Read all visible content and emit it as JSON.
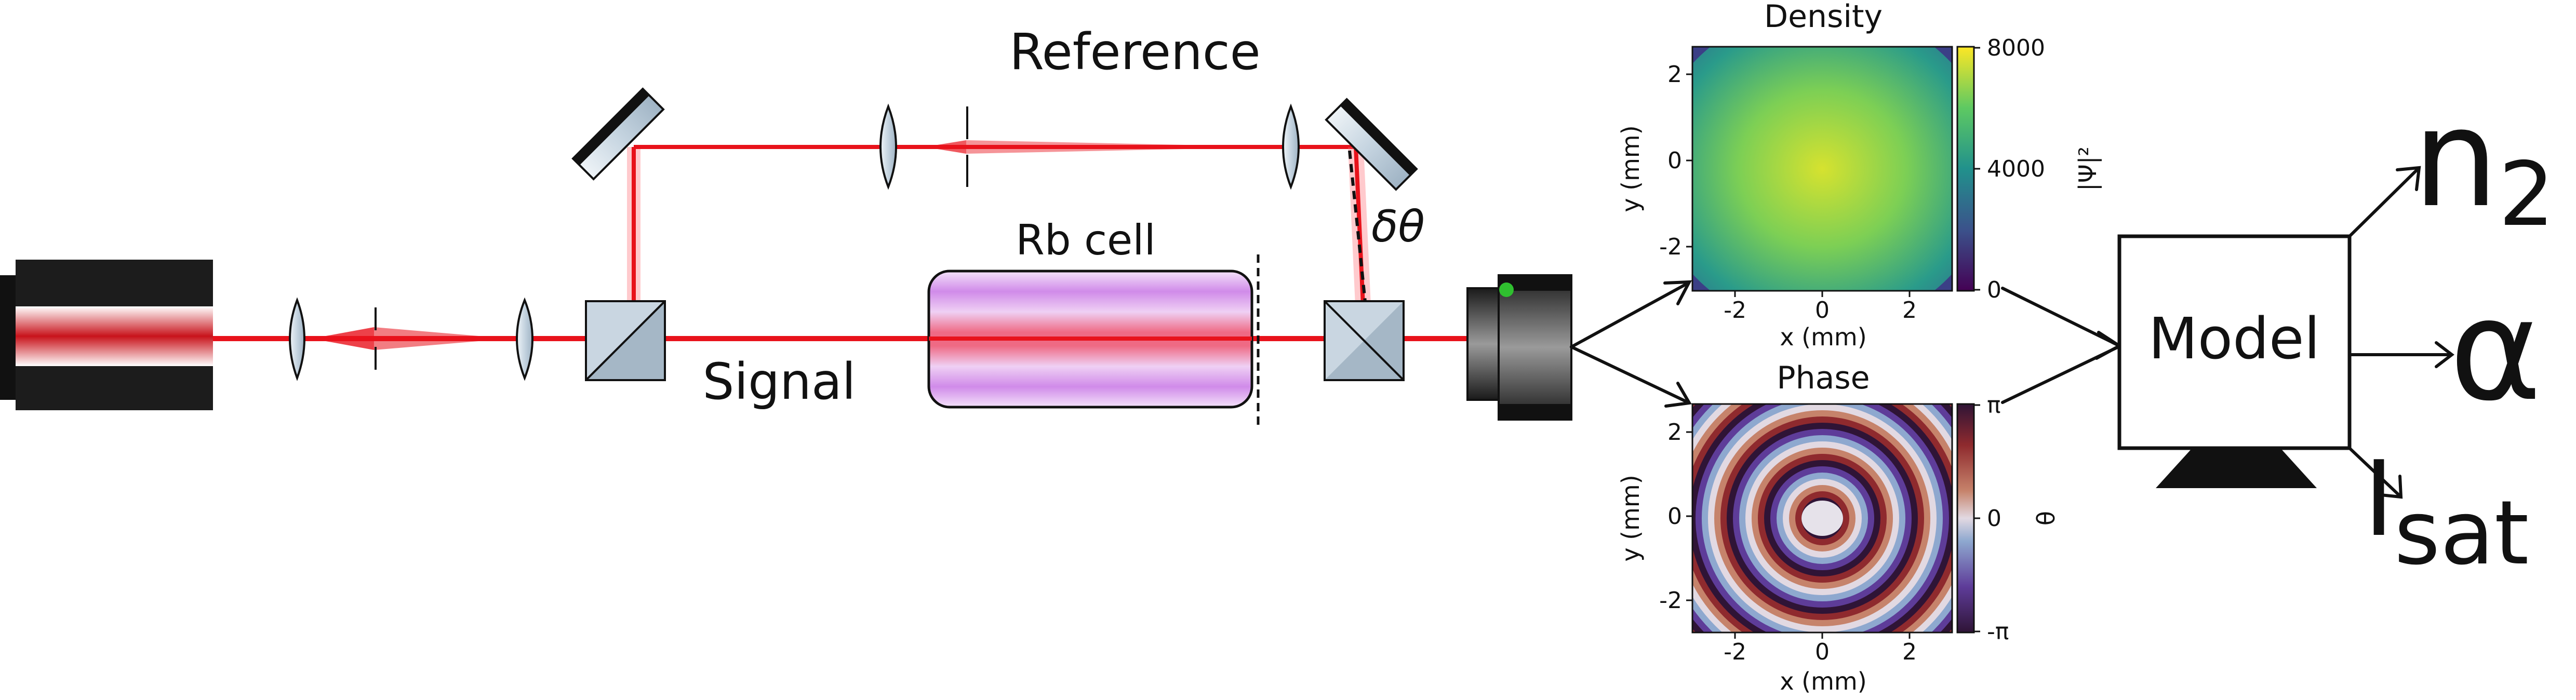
{
  "labels": {
    "reference": "Reference",
    "signal": "Signal",
    "rb_cell": "Rb cell",
    "delta_theta": "δθ",
    "model": "Model"
  },
  "outputs": {
    "n2_base": "n",
    "n2_sub": "2",
    "alpha": "α",
    "isat_base": "I",
    "isat_sub": "sat"
  },
  "density_panel": {
    "title": "Density",
    "xlabel": "x (mm)",
    "ylabel": "y (mm)",
    "colorbar_label": "|Ψ|²",
    "xticks": [
      "-2",
      "0",
      "2"
    ],
    "yticks": [
      "2",
      "0",
      "-2"
    ],
    "cbar_ticks": [
      "8000",
      "4000",
      "0"
    ]
  },
  "phase_panel": {
    "title": "Phase",
    "xlabel": "x (mm)",
    "ylabel": "y (mm)",
    "colorbar_label": "θ",
    "xticks": [
      "-2",
      "0",
      "2"
    ],
    "yticks": [
      "2",
      "0",
      "-2"
    ],
    "cbar_ticks": [
      "π",
      "0",
      "-π"
    ]
  },
  "colors": {
    "beam": "#e8121b",
    "glass": "#c9d7e2",
    "cell_purple": "#c97fe6",
    "viridis": [
      "#440154",
      "#3b528b",
      "#21918c",
      "#5ec962",
      "#fde725"
    ],
    "twilight": [
      "#2f1436",
      "#5e3c99",
      "#8ea8cf",
      "#e2d9e2",
      "#c6836b",
      "#8f2a2e",
      "#2f1436"
    ]
  }
}
